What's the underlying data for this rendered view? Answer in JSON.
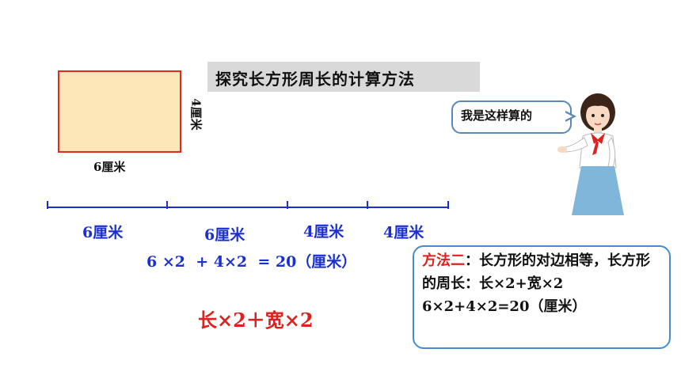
{
  "rectangle": {
    "width_label": "6厘米",
    "height_label": "4厘米"
  },
  "title": "探究长方形周长的计算方法",
  "speech_bubble": "我是这样算的",
  "segments": [
    "6厘米",
    "6厘米",
    "4厘米",
    "4厘米"
  ],
  "formula": "6 ×2  + 4×2  = 20（厘米）",
  "general_formula": "长×2＋宽×2",
  "method": {
    "title": "方法二",
    "text1": "：长方形的对边相等，长方形的周长：长×2+宽×2",
    "text2": "6×2+4×2=20（厘米）"
  },
  "colors": {
    "blue_text": "#1a2fd0",
    "red_text": "#e0201c",
    "rect_fill": "#fde7b8",
    "rect_border": "#e02b20"
  }
}
